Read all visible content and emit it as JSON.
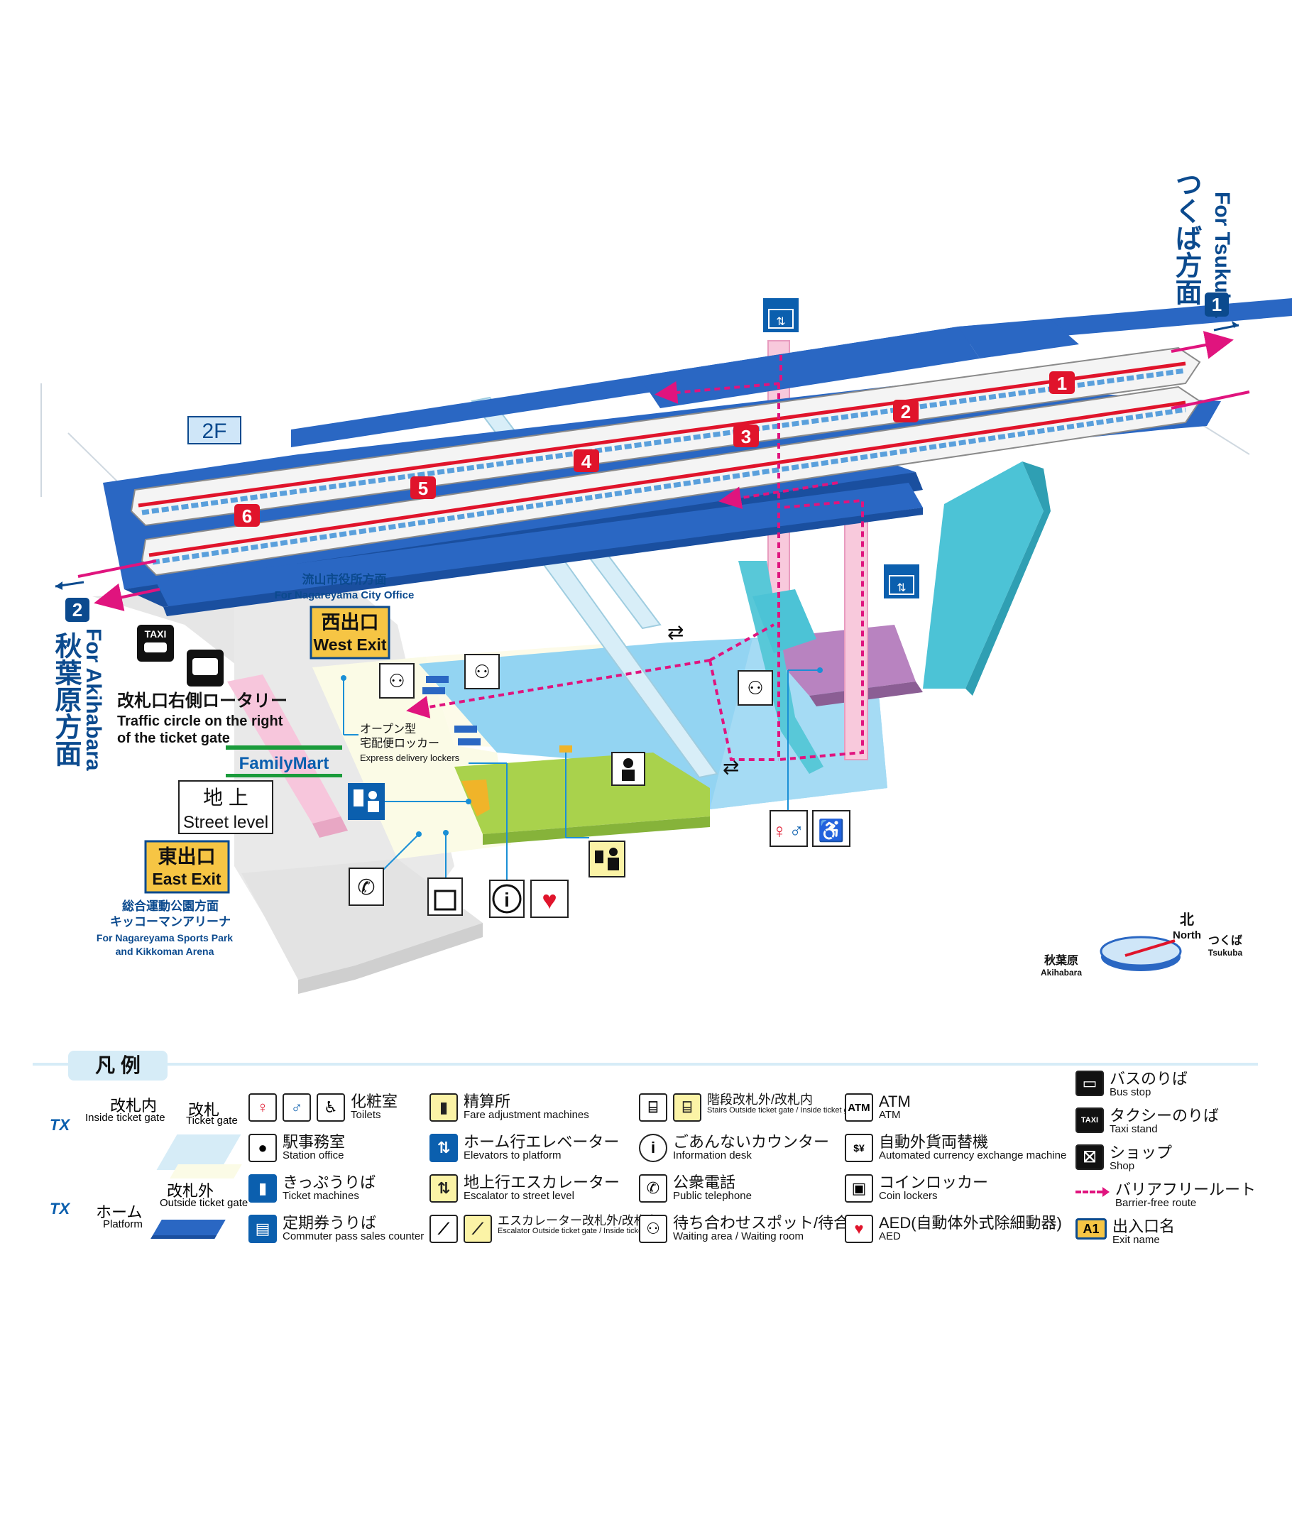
{
  "colors": {
    "platform": "#2a67c3",
    "platform_edge": "#1a4f9f",
    "concourse": "#8ed3f2",
    "concourse_light": "#b9e4f7",
    "gate_green": "#a6cf4a",
    "ground": "#e8e8e8",
    "pink": "#f5c0d8",
    "magenta": "#e0147e",
    "purple": "#b07ab8",
    "red_car": "#e0142b",
    "exit_yellow": "#f6c544",
    "navy": "#0b4a8e"
  },
  "floor_label": "2F",
  "car_numbers": [
    "1",
    "2",
    "3",
    "4",
    "5",
    "6"
  ],
  "direction_tsukuba": {
    "jp": "つくば方面",
    "en": "For Tsukuba",
    "num": "1"
  },
  "direction_akihabara": {
    "jp": "秋葉原方面",
    "en": "For Akihabara",
    "num": "2"
  },
  "west_exit": {
    "jp": "西出口",
    "en": "West Exit",
    "dir_jp": "流山市役所方面",
    "dir_en": "For Nagareyama City Office"
  },
  "east_exit": {
    "jp": "東出口",
    "en": "East Exit",
    "dir_jp1": "総合運動公園方面",
    "dir_jp2": "キッコーマンアリーナ",
    "dir_en1": "For Nagareyama Sports Park",
    "dir_en2": "and Kikkoman Arena"
  },
  "rotary": {
    "jp": "改札口右側ロータリー",
    "en1": "Traffic circle on the right",
    "en2": "of the ticket gate"
  },
  "lockers": {
    "jp1": "オープン型",
    "jp2": "宅配便ロッカー",
    "en": "Express delivery lockers"
  },
  "shop": "FamilyMart",
  "street_level": {
    "jp": "地 上",
    "en": "Street level"
  },
  "taxi_text": "TAXI",
  "compass": {
    "north_jp": "北",
    "north_en": "North",
    "left_jp": "秋葉原",
    "left_en": "Akihabara",
    "right_jp": "つくば",
    "right_en": "Tsukuba"
  },
  "legend": {
    "title": "凡 例",
    "inside_gate": {
      "jp": "改札内",
      "en": "Inside ticket gate"
    },
    "gate": {
      "jp": "改札",
      "en": "Ticket gate"
    },
    "outside_gate": {
      "jp": "改札外",
      "en": "Outside ticket gate"
    },
    "platform": {
      "jp": "ホーム",
      "en": "Platform"
    },
    "tx": "TX",
    "items": [
      {
        "jp": "化粧室",
        "en": "Toilets"
      },
      {
        "jp": "駅事務室",
        "en": "Station office"
      },
      {
        "jp": "きっぷうりば",
        "en": "Ticket machines"
      },
      {
        "jp": "定期券うりば",
        "en": "Commuter pass sales counter"
      },
      {
        "jp": "精算所",
        "en": "Fare adjustment machines"
      },
      {
        "jp": "ホーム行エレベーター",
        "en": "Elevators to platform"
      },
      {
        "jp": "地上行エスカレーター",
        "en": "Escalator to street level"
      },
      {
        "jp": "エスカレーター改札外/改札内",
        "en": "Escalator Outside ticket gate / Inside ticket gate"
      },
      {
        "jp": "階段改札外/改札内",
        "en": "Stairs Outside ticket gate / Inside ticket gate"
      },
      {
        "jp": "ごあんないカウンター",
        "en": "Information desk"
      },
      {
        "jp": "公衆電話",
        "en": "Public telephone"
      },
      {
        "jp": "待ち合わせスポット/待合室",
        "en": "Waiting area / Waiting room"
      },
      {
        "jp": "ATM",
        "en": "ATM"
      },
      {
        "jp": "自動外貨両替機",
        "en": "Automated currency exchange machine"
      },
      {
        "jp": "コインロッカー",
        "en": "Coin lockers"
      },
      {
        "jp": "AED(自動体外式除細動器)",
        "en": "AED"
      },
      {
        "jp": "バスのりば",
        "en": "Bus stop"
      },
      {
        "jp": "タクシーのりば",
        "en": "Taxi stand"
      },
      {
        "jp": "ショップ",
        "en": "Shop"
      },
      {
        "jp": "バリアフリールート",
        "en": "Barrier-free route"
      },
      {
        "jp": "出入口名",
        "en": "Exit name"
      }
    ],
    "atm_icon": "ATM",
    "exit_icon": "A1",
    "taxi_icon": "TAXI",
    "icons": [
      "toilet-icon",
      "station-office-icon",
      "ticket-machine-icon",
      "commuter-pass-icon",
      "fare-adjust-icon",
      "elevator-icon",
      "escalator-icon",
      "stairs-icon",
      "info-icon",
      "telephone-icon",
      "waiting-icon",
      "atm-icon",
      "currency-exchange-icon",
      "coin-locker-icon",
      "aed-icon",
      "bus-icon",
      "taxi-icon",
      "shop-icon",
      "barrier-free-route-icon",
      "exit-name-icon"
    ]
  }
}
